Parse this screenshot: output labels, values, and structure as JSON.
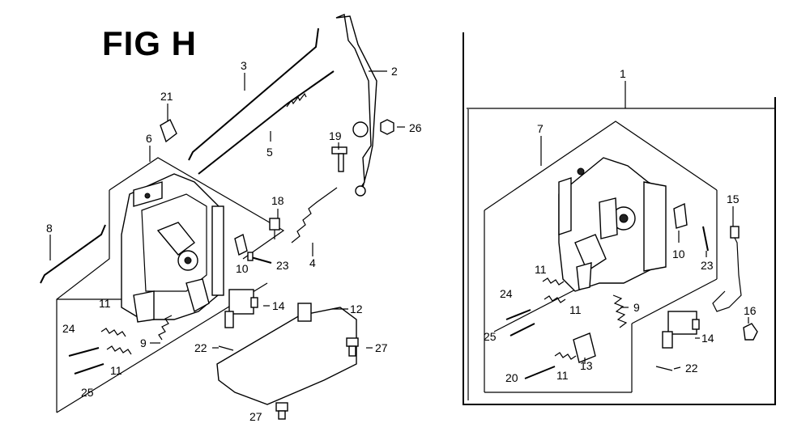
{
  "figure": {
    "title": "FIG H"
  },
  "callouts": {
    "c1": "1",
    "c2": "2",
    "c3": "3",
    "c4": "4",
    "c5": "5",
    "c6": "6",
    "c7": "7",
    "c8": "8",
    "c9a": "9",
    "c9b": "9",
    "c10a": "10",
    "c10b": "10",
    "c11a": "11",
    "c11b": "11",
    "c11c": "11",
    "c11d": "11",
    "c11e": "11",
    "c12": "12",
    "c13": "13",
    "c14a": "14",
    "c14b": "14",
    "c15": "15",
    "c16": "16",
    "c18": "18",
    "c19": "19",
    "c20": "20",
    "c21": "21",
    "c22a": "22",
    "c22b": "22",
    "c23a": "23",
    "c23b": "23",
    "c24a": "24",
    "c24b": "24",
    "c25a": "25",
    "c25b": "25",
    "c26": "26",
    "c27a": "27",
    "c27b": "27"
  }
}
